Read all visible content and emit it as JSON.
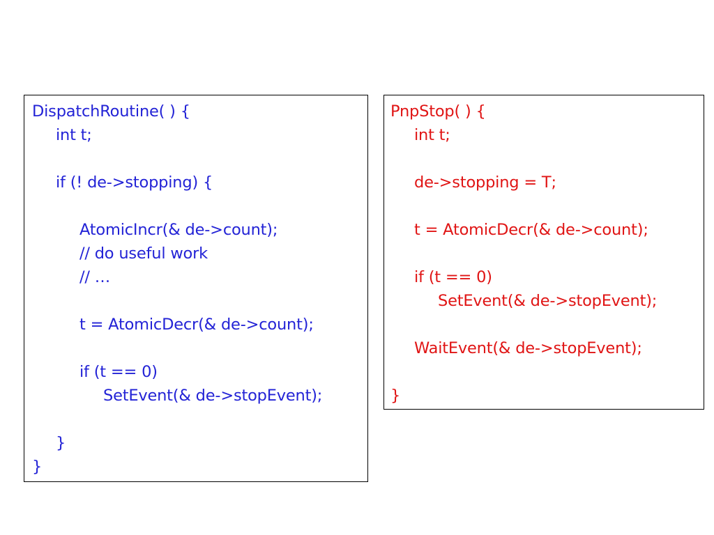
{
  "colors": {
    "left_code": "#2323d6",
    "right_code": "#e01414",
    "border": "#000000",
    "background": "#ffffff"
  },
  "left_code": [
    {
      "indent": 0,
      "text": "DispatchRoutine( ) {"
    },
    {
      "indent": 1,
      "text": "int t;"
    },
    {
      "indent": 0,
      "text": ""
    },
    {
      "indent": 1,
      "text": "if (! de->stopping) {"
    },
    {
      "indent": 0,
      "text": ""
    },
    {
      "indent": 2,
      "text": "AtomicIncr(& de->count);"
    },
    {
      "indent": 2,
      "text": "// do useful work"
    },
    {
      "indent": 2,
      "text": "// …"
    },
    {
      "indent": 0,
      "text": ""
    },
    {
      "indent": 2,
      "text": "t = AtomicDecr(& de->count);"
    },
    {
      "indent": 0,
      "text": ""
    },
    {
      "indent": 2,
      "text": "if (t == 0)"
    },
    {
      "indent": 3,
      "text": "SetEvent(& de->stopEvent);"
    },
    {
      "indent": 0,
      "text": ""
    },
    {
      "indent": 1,
      "text": "}"
    },
    {
      "indent": 0,
      "text": "}"
    }
  ],
  "right_code": [
    {
      "indent": 0,
      "text": "PnpStop( ) {"
    },
    {
      "indent": 1,
      "text": "int t;"
    },
    {
      "indent": 0,
      "text": ""
    },
    {
      "indent": 1,
      "text": "de->stopping = T;"
    },
    {
      "indent": 0,
      "text": ""
    },
    {
      "indent": 1,
      "text": "t = AtomicDecr(& de->count);"
    },
    {
      "indent": 0,
      "text": ""
    },
    {
      "indent": 1,
      "text": "if (t == 0)"
    },
    {
      "indent": 2,
      "text": "SetEvent(& de->stopEvent);"
    },
    {
      "indent": 0,
      "text": ""
    },
    {
      "indent": 1,
      "text": "WaitEvent(& de->stopEvent);"
    },
    {
      "indent": 0,
      "text": ""
    },
    {
      "indent": 0,
      "text": "}"
    }
  ]
}
